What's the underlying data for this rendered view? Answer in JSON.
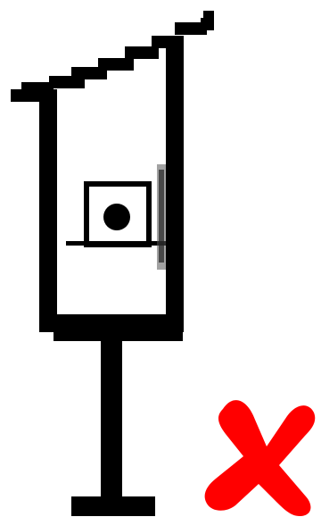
{
  "image": {
    "subject": "birdhouse-on-pole",
    "background_color": "#ffffff",
    "line_color": "#000000",
    "mark_color": "#ff0000"
  },
  "drawing": {
    "parts": [
      "roof",
      "house-body",
      "opening-frame",
      "perch",
      "pole",
      "base",
      "reject-mark"
    ]
  },
  "icons": {
    "mark": "x-mark-icon"
  }
}
